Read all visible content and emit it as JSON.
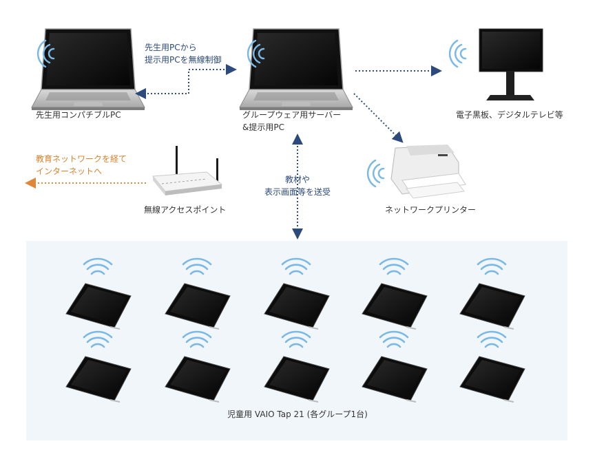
{
  "devices": {
    "teacher_pc": "先生用コンパチブルPC",
    "server_pc": [
      "グループウェア用サーバー",
      "&提示用PC"
    ],
    "display": "電子黒板、デジタルテレビ等",
    "access_point": "無線アクセスポイント",
    "printer": "ネットワークプリンター"
  },
  "connections": {
    "wireless_control": [
      "先生用PCから",
      "提示用PCを無線制御"
    ],
    "internet": [
      "教育ネットワークを経て",
      "インターネットへ"
    ],
    "materials": [
      "教材や",
      "表示画面等を送受"
    ]
  },
  "students": {
    "label": "児童用 VAIO Tap 21 (各グループ1台)",
    "tablet_count": 10
  },
  "colors": {
    "arrow_blue": "#2c4a7c",
    "arrow_orange": "#e0883a",
    "wifi_blue": "#7ab8e6",
    "panel_bg": "#f1f6fa"
  }
}
